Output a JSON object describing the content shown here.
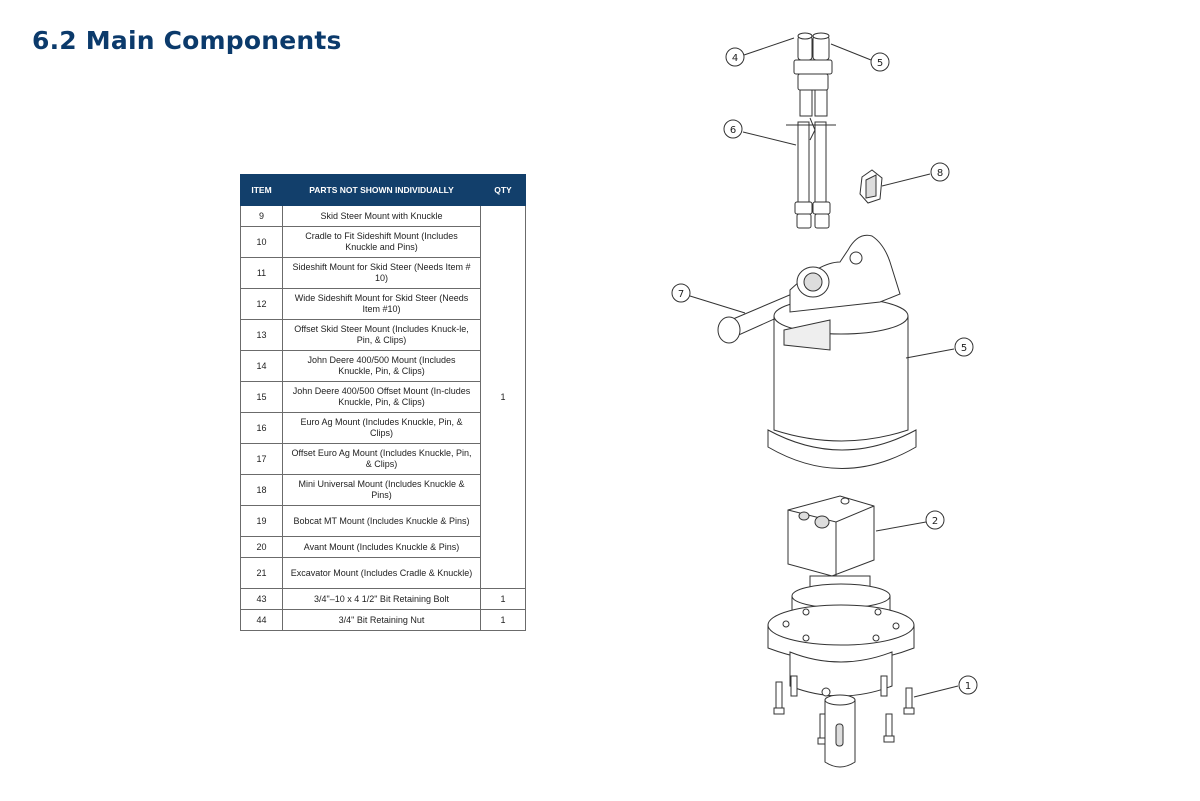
{
  "page": {
    "title": "6.2 Main Components"
  },
  "table": {
    "headers": {
      "item": "ITEM",
      "parts": "PARTS NOT SHOWN INDIVIDUALLY",
      "qty": "QTY"
    },
    "rows": [
      {
        "item": "9",
        "desc": "Skid Steer Mount with Knuckle"
      },
      {
        "item": "10",
        "desc": "Cradle to Fit Sideshift Mount (Includes Knuckle and Pins)"
      },
      {
        "item": "11",
        "desc": "Sideshift Mount for Skid Steer (Needs Item # 10)"
      },
      {
        "item": "12",
        "desc": "Wide Sideshift Mount for Skid Steer (Needs Item #10)"
      },
      {
        "item": "13",
        "desc": "Offset Skid Steer Mount (Includes Knuck-le, Pin, & Clips)"
      },
      {
        "item": "14",
        "desc": "John Deere 400/500 Mount (Includes Knuckle, Pin, & Clips)"
      },
      {
        "item": "15",
        "desc": "John Deere 400/500 Offset Mount (In-cludes Knuckle, Pin, & Clips)"
      },
      {
        "item": "16",
        "desc": "Euro Ag Mount (Includes Knuckle, Pin, & Clips)"
      },
      {
        "item": "17",
        "desc": "Offset Euro Ag Mount (Includes Knuckle, Pin, & Clips)"
      },
      {
        "item": "18",
        "desc": "Mini Universal Mount (Includes Knuckle & Pins)"
      },
      {
        "item": "19",
        "desc": "Bobcat MT Mount (Includes Knuckle & Pins)"
      },
      {
        "item": "20",
        "desc": "Avant Mount (Includes Knuckle & Pins)"
      },
      {
        "item": "21",
        "desc": "Excavator Mount (Includes Cradle & Knuckle)"
      },
      {
        "item": "43",
        "desc": "3/4\"–10 x 4 1/2\" Bit Retaining Bolt",
        "qty": "1"
      },
      {
        "item": "44",
        "desc": "3/4\" Bit Retaining Nut",
        "qty": "1"
      }
    ],
    "merged_qty": "1"
  },
  "diagram": {
    "callouts": {
      "c1": "1",
      "c2": "2",
      "c4": "4",
      "c5a": "5",
      "c5b": "5",
      "c6": "6",
      "c7": "7",
      "c8": "8"
    }
  }
}
